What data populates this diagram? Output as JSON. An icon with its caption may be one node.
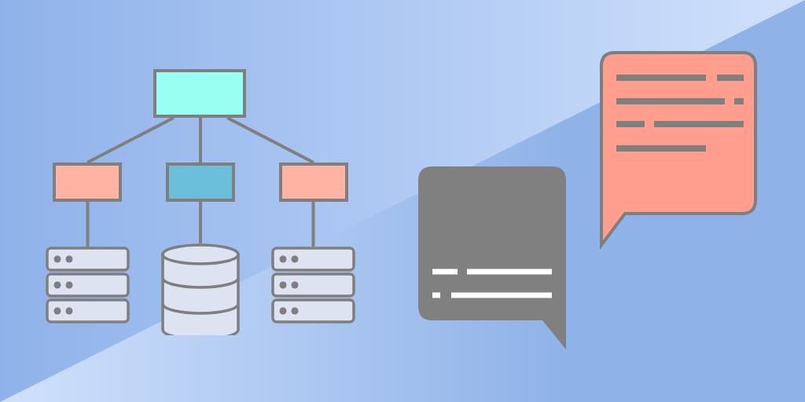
{
  "diagram": {
    "nodes": [
      {
        "text": [],
        "shape": "box"
      },
      {
        "text": [],
        "shape": "box"
      },
      {
        "text": [],
        "shape": "box"
      },
      {
        "text": [],
        "shape": "box"
      },
      {
        "text": [],
        "shape": "server"
      },
      {
        "text": [],
        "shape": "cylinder"
      },
      {
        "text": [],
        "shape": "server"
      }
    ],
    "edges": [
      {
        "from": 0,
        "to": 1,
        "arrow": "none"
      },
      {
        "from": 0,
        "to": 2,
        "arrow": "none"
      },
      {
        "from": 0,
        "to": 3,
        "arrow": "none"
      },
      {
        "from": 1,
        "to": 4,
        "arrow": "none"
      },
      {
        "from": 2,
        "to": 5,
        "arrow": "none"
      },
      {
        "from": 3,
        "to": 6,
        "arrow": "none"
      }
    ]
  }
}
